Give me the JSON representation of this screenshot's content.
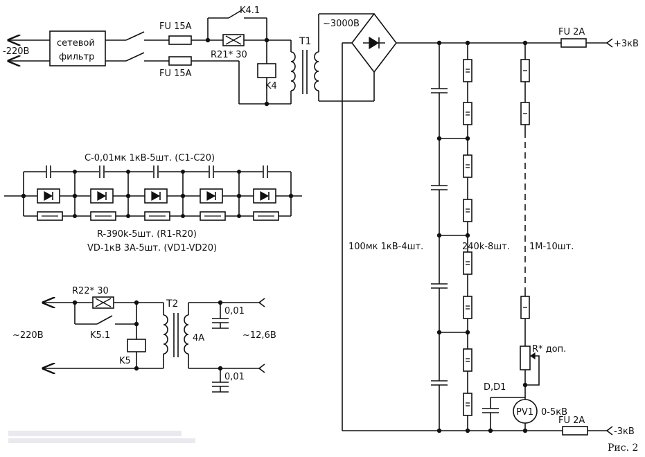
{
  "top_section": {
    "mains_left": "-220В",
    "filter_line1": "сетевой",
    "filter_line2": "фильтр",
    "fuse_top": "FU 15A",
    "fuse_bottom": "FU 15A",
    "relay_contact": "K4.1",
    "resistor": "R21* 30",
    "relay_coil": "K4",
    "transformer": "T1",
    "secondary_voltage": "~3000В"
  },
  "multiplier_section": {
    "capacitors": "C-0,01мк 1кВ-5шт. (C1-C20)",
    "resistors": "R-390k-5шт. (R1-R20)",
    "diodes": "VD-1кВ 3A-5шт. (VD1-VD20)"
  },
  "filament_section": {
    "resistor": "R22* 30",
    "mains": "~220В",
    "relay_contact": "K5.1",
    "relay_coil": "K5",
    "transformer": "T2",
    "current": "4A",
    "output_voltage": "~12,6В",
    "cap_top": "0,01",
    "cap_bottom": "0,01"
  },
  "output_section": {
    "capacitor_bank": "100мк 1кВ-4шт.",
    "resistor_bank": "240k-8шт.",
    "divider": "1М-10шт.",
    "trim_resistor": "R* доп.",
    "cap_label": "D,D1",
    "voltmeter": "PV1",
    "voltmeter_range": "0-5кВ",
    "fuse_top": "FU 2A",
    "fuse_bottom": "FU 2A",
    "out_plus": "+3кВ",
    "out_minus": "-3кВ"
  },
  "figure_label": "Рис. 2"
}
